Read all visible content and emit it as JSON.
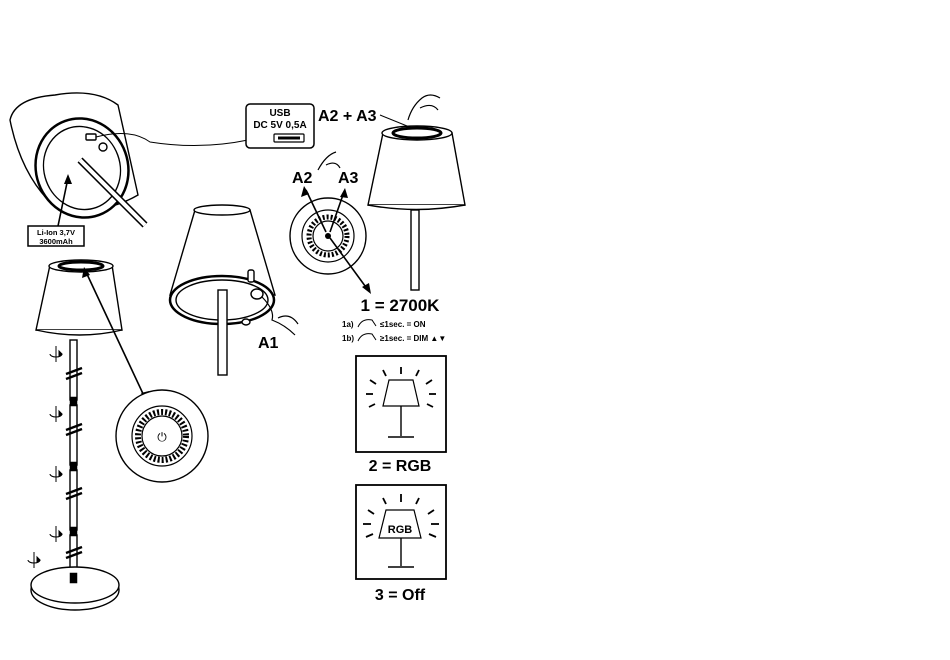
{
  "usb_box": {
    "line1": "USB",
    "line2": "DC 5V 0,5A"
  },
  "battery_box": {
    "line1": "Li-Ion 3,7V",
    "line2": "3600mAh"
  },
  "callouts": {
    "a2_a3": "A2 + A3",
    "a2": "A2",
    "a3": "A3",
    "a1": "A1"
  },
  "modes": {
    "mode1": "1 = 2700K",
    "mode2": "2 = RGB",
    "mode3": "3 = Off",
    "step1a": {
      "prefix": "1a)",
      "text": "≤1sec. = ON"
    },
    "step1b": {
      "prefix": "1b)",
      "text": "≥1sec. = DIM ▲▼"
    },
    "rgb_shade_label": "RGB"
  },
  "icons": {
    "power": "⏻"
  },
  "colors": {
    "ink": "#000000",
    "paper": "#ffffff",
    "grey": "#999999"
  }
}
